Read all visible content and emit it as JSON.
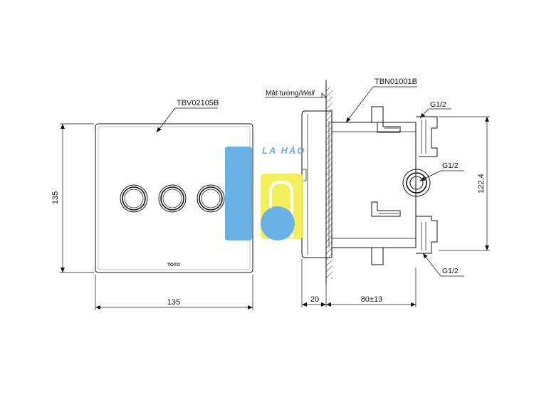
{
  "front_view": {
    "model_label": "TBV02105B",
    "brand_label": "TOTO",
    "width_dim": "135",
    "height_dim": "135"
  },
  "side_view": {
    "wall_label_vi": "Mặt tường/",
    "wall_label_en": "Wall",
    "body_label": "TBN01001B",
    "port_top": "G1/2",
    "port_middle": "G1/2",
    "port_bottom": "G1/2",
    "height_dim": "122.4",
    "depth_plate_dim": "20",
    "depth_body_dim": "80±13"
  },
  "watermark": {
    "text": "LA HÀO",
    "colors": {
      "blue": "#5aa9e6",
      "yellow": "#f3ef4a"
    }
  }
}
